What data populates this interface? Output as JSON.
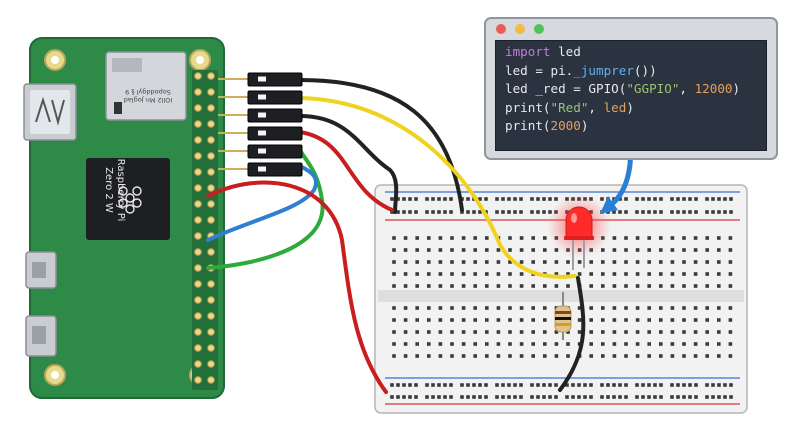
{
  "code_window": {
    "lines": [
      [
        {
          "t": "import",
          "c": "kw"
        },
        {
          "t": " led",
          "c": "ident"
        }
      ],
      [
        {
          "t": "led = pi.",
          "c": "ident"
        },
        {
          "t": "_jumprer",
          "c": "fn"
        },
        {
          "t": "())",
          "c": "ident"
        }
      ],
      [
        {
          "t": "led _red = GPIO(",
          "c": "ident"
        },
        {
          "t": "\"GGPIO\"",
          "c": "str"
        },
        {
          "t": ", ",
          "c": "ident"
        },
        {
          "t": "12000",
          "c": "num"
        },
        {
          "t": ")",
          "c": "ident"
        }
      ],
      [
        {
          "t": "print(",
          "c": "ident"
        },
        {
          "t": "\"Red\"",
          "c": "str"
        },
        {
          "t": ", ",
          "c": "ident"
        },
        {
          "t": "led",
          "c": "num"
        },
        {
          "t": ")",
          "c": "ident"
        }
      ],
      [
        {
          "t": "print(",
          "c": "ident"
        },
        {
          "t": "2000",
          "c": "num"
        },
        {
          "t": ")",
          "c": "ident"
        }
      ]
    ],
    "traffic_light_colors": [
      "#ee5b56",
      "#f4b942",
      "#4fc25a"
    ]
  },
  "board": {
    "label_line1": "Raspberry Pi",
    "label_line2": "Zero 2 W",
    "sd_text_line1": "IOll2 Mn Joglad",
    "sd_text_line2": "Sopoddgyl § 9",
    "color": "#2e8b47"
  },
  "colors": {
    "wire_black": "#222222",
    "wire_yellow": "#f1d21f",
    "wire_red": "#c81e1e",
    "wire_green": "#2eaa3c",
    "wire_blue": "#2f7fd0",
    "led_red": "#ff2a2a",
    "arrow_blue": "#2a7fd3"
  }
}
